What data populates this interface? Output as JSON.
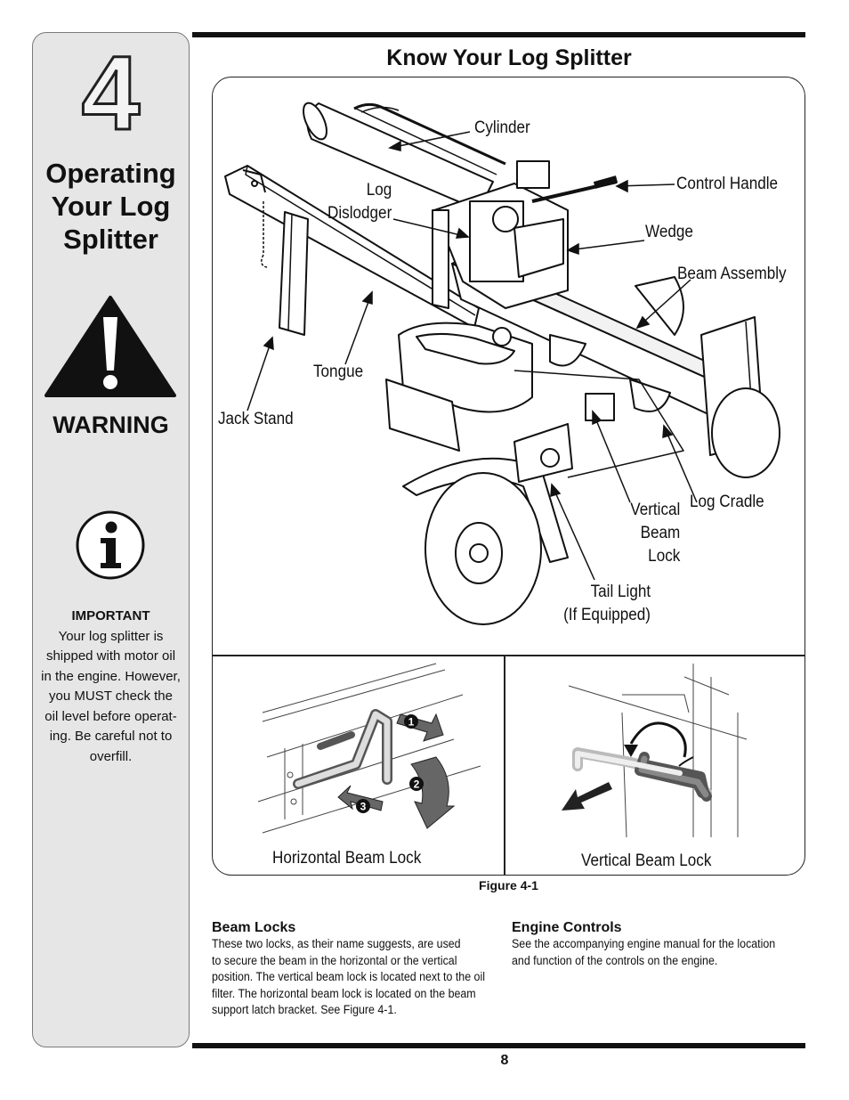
{
  "sidebar": {
    "chapter_number": "4",
    "chapter_title_lines": [
      "Operating",
      "Your Log",
      "Splitter"
    ],
    "warning_label": "WARNING",
    "important": {
      "title": "IMPORTANT",
      "lines": [
        "Your log splitter is",
        "shipped with motor oil",
        "in the engine. However,",
        "you MUST check the",
        "oil level before operat-",
        "ing. Be careful not to",
        "overfill."
      ]
    }
  },
  "main": {
    "heading": "Know Your Log Splitter",
    "callouts": {
      "cylinder": "Cylinder",
      "log_dislodger": [
        "Log",
        "Dislodger"
      ],
      "control_handle": "Control Handle",
      "wedge": "Wedge",
      "beam_assembly": "Beam Assembly",
      "tongue": "Tongue",
      "jack_stand": "Jack Stand",
      "vertical_beam_lock": [
        "Vertical",
        "Beam",
        "Lock"
      ],
      "log_cradle": "Log Cradle",
      "tail_light": [
        "Tail Light",
        "(If Equipped)"
      ]
    },
    "sub_figures": {
      "horizontal": "Horizontal Beam Lock",
      "vertical": "Vertical Beam Lock",
      "steps": [
        "1",
        "2",
        "3"
      ]
    },
    "figure_caption": "Figure 4-1",
    "sections": {
      "beam_locks": {
        "title": "Beam Locks",
        "lines": [
          "These two locks, as their name suggests, are used",
          "to secure the beam in the horizontal or the vertical",
          "position. The vertical beam lock is located next to the oil",
          "filter. The horizontal beam lock is located on the beam",
          "support latch bracket. See Figure 4-1."
        ]
      },
      "engine_controls": {
        "title": "Engine Controls",
        "lines": [
          "See the accompanying engine manual for the location",
          "and function of the controls on the engine."
        ]
      }
    },
    "page_number": "8"
  }
}
